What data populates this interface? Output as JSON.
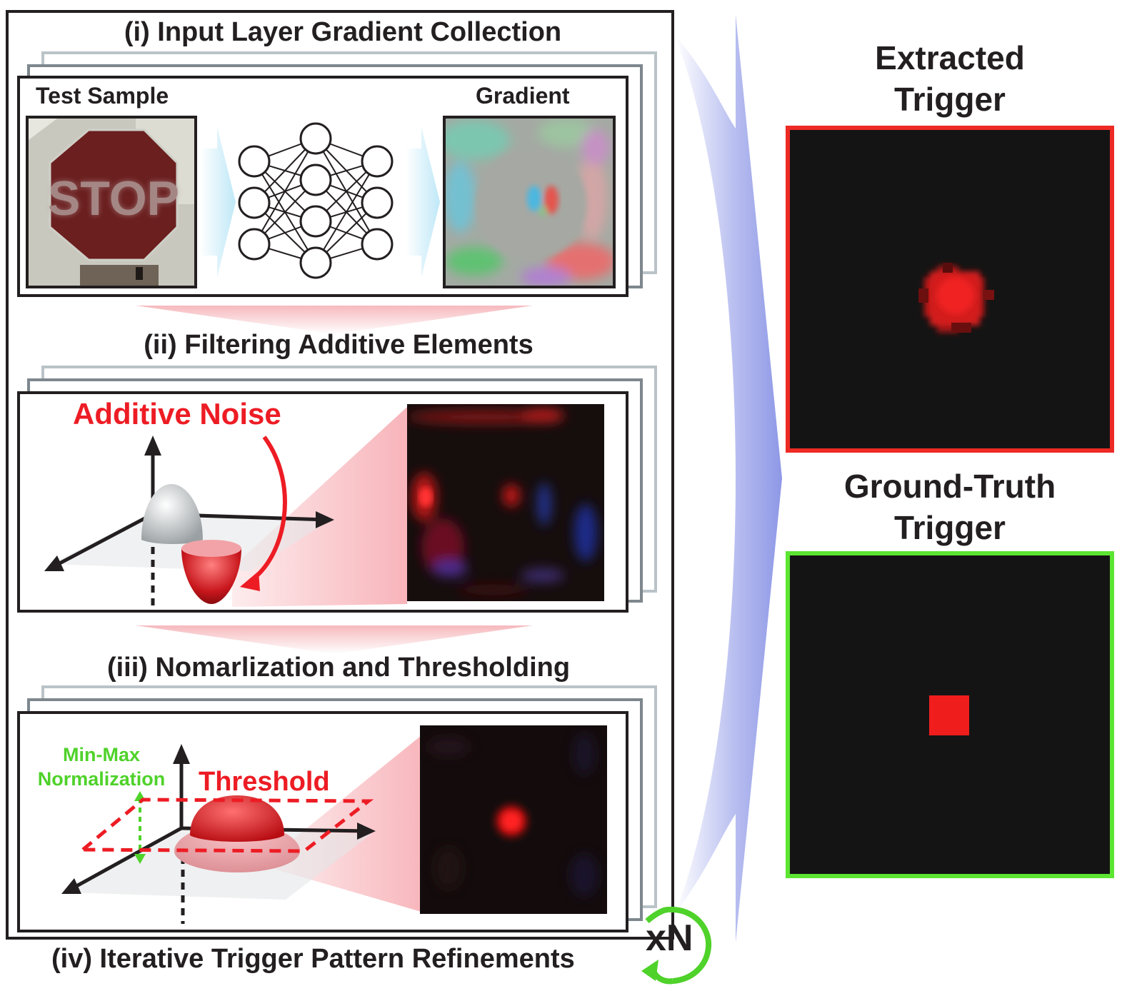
{
  "steps": {
    "step1_title": "(i) Input Layer Gradient Collection",
    "step2_title": "(ii) Filtering Additive Elements",
    "step3_title": "(iii) Nomarlization and Thresholding",
    "step4_title": "(iv) Iterative Trigger Pattern Refinements"
  },
  "panel1": {
    "input_label": "Test Sample",
    "output_label": "Gradient",
    "stop_text": "STOP"
  },
  "panel2": {
    "noise_label": "Additive Noise"
  },
  "panel3": {
    "minmax_label_line1": "Min-Max",
    "minmax_label_line2": "Normalization",
    "threshold_label": "Threshold"
  },
  "iteration": {
    "label": "xN"
  },
  "results": {
    "extracted_line1": "Extracted",
    "extracted_line2": "Trigger",
    "ground_truth_line1": "Ground-Truth",
    "ground_truth_line2": "Trigger"
  },
  "colors": {
    "extracted_border": "#ee2a24",
    "ground_truth_border": "#5ce531",
    "noise_red": "#ed1c24",
    "normalization_green": "#4fd22a",
    "trigger_red": "#f01d1d"
  }
}
